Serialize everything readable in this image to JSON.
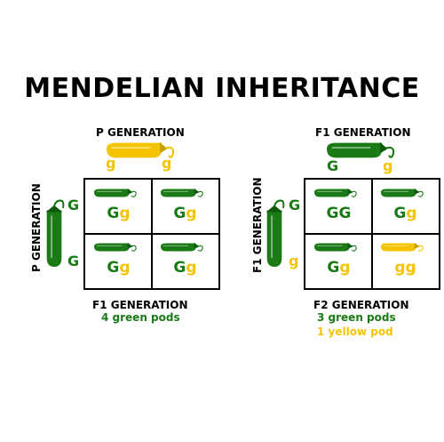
{
  "colors": {
    "green": "#1a7a16",
    "yellow": "#f5c400",
    "black": "#000000"
  },
  "title": "MENDELIAN INHERITANCE",
  "left": {
    "top_label": "P GENERATION",
    "side_label": "P GENERATION",
    "top_alleles": [
      "g",
      "g"
    ],
    "side_alleles": [
      "G",
      "G"
    ],
    "top_pod": "yellow",
    "side_pod": "green",
    "cells": [
      {
        "first": "G",
        "second": "g",
        "pod": "green"
      },
      {
        "first": "G",
        "second": "g",
        "pod": "green"
      },
      {
        "first": "G",
        "second": "g",
        "pod": "green"
      },
      {
        "first": "G",
        "second": "g",
        "pod": "green"
      }
    ],
    "result_label": "F1 GENERATION",
    "result_lines": [
      "4 green pods"
    ]
  },
  "right": {
    "top_label": "F1 GENERATION",
    "side_label": "F1 GENERATION",
    "top_alleles": [
      "G",
      "g"
    ],
    "side_alleles": [
      "G",
      "g"
    ],
    "top_pod": "green",
    "side_pod": "green",
    "cells": [
      {
        "first": "G",
        "second": "G",
        "pod": "green"
      },
      {
        "first": "G",
        "second": "g",
        "pod": "green"
      },
      {
        "first": "G",
        "second": "g",
        "pod": "green"
      },
      {
        "first": "g",
        "second": "g",
        "pod": "yellow"
      }
    ],
    "result_label": "F2 GENERATION",
    "result_lines": [
      "3 green pods",
      "1 yellow pod"
    ]
  }
}
